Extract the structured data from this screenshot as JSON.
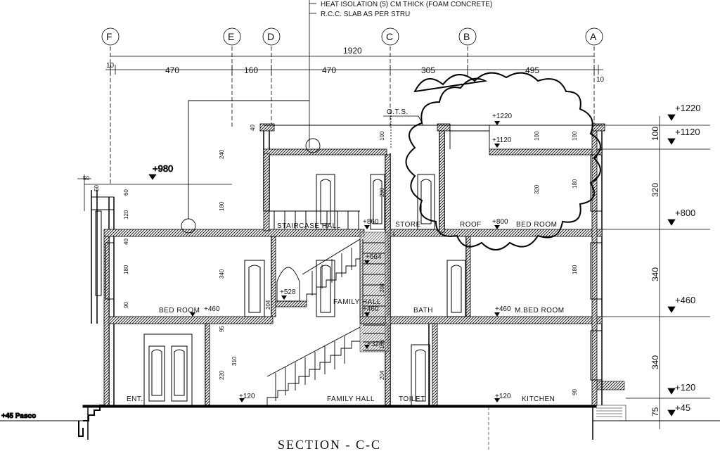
{
  "notes": {
    "line1": "HEAT   ISOLATION (5) CM THICK (FOAM CONCRETE)",
    "line2": "R.C.C. SLAB AS PER STRU"
  },
  "grid_labels": [
    "F",
    "E",
    "D",
    "C",
    "B",
    "A"
  ],
  "dims": {
    "overall": "1920",
    "segments": [
      "10",
      "470",
      "160",
      "470",
      "305",
      "495",
      "10"
    ]
  },
  "right_levels": [
    "+1220",
    "+1120",
    "+800",
    "+460",
    "+120",
    "+45"
  ],
  "right_dims": [
    "100",
    "320",
    "340",
    "340",
    "75"
  ],
  "left_level": "+980",
  "ground_level": "+45 Pasco",
  "left_small_dims": [
    "50",
    "50",
    "60",
    "120",
    "40",
    "180",
    "90"
  ],
  "rooms": {
    "ots": "O.T.S.",
    "staircase_hall": "STAIRCASE HALL",
    "store": "STORE",
    "roof": "ROOF",
    "bed_room_upper": "BED ROOM",
    "bed_room_left": "BED ROOM",
    "family_hall_mid": "FAMILY HALL",
    "bath": "BATH",
    "mbed_room": "M.BED ROOM",
    "ent": "ENT.",
    "family_hall_ground": "FAMILY HALL",
    "toilet": "TOILET",
    "kitchen": "KITCHEN"
  },
  "inner_levels": {
    "l1220": "+1220",
    "l1120": "+1120",
    "l860": "+860",
    "l800": "+800",
    "l664": "+664",
    "l528": "+528",
    "l460a": "+460",
    "l460b": "+460",
    "l460c": "+460",
    "l324": "+324",
    "l120a": "+120",
    "l120b": "+120"
  },
  "inner_dims": [
    "240",
    "180",
    "340",
    "310",
    "220",
    "95",
    "100",
    "100",
    "100",
    "320",
    "180",
    "290",
    "204",
    "204",
    "180",
    "204",
    "136",
    "40",
    "90"
  ],
  "title": "SECTION  -  C-C"
}
